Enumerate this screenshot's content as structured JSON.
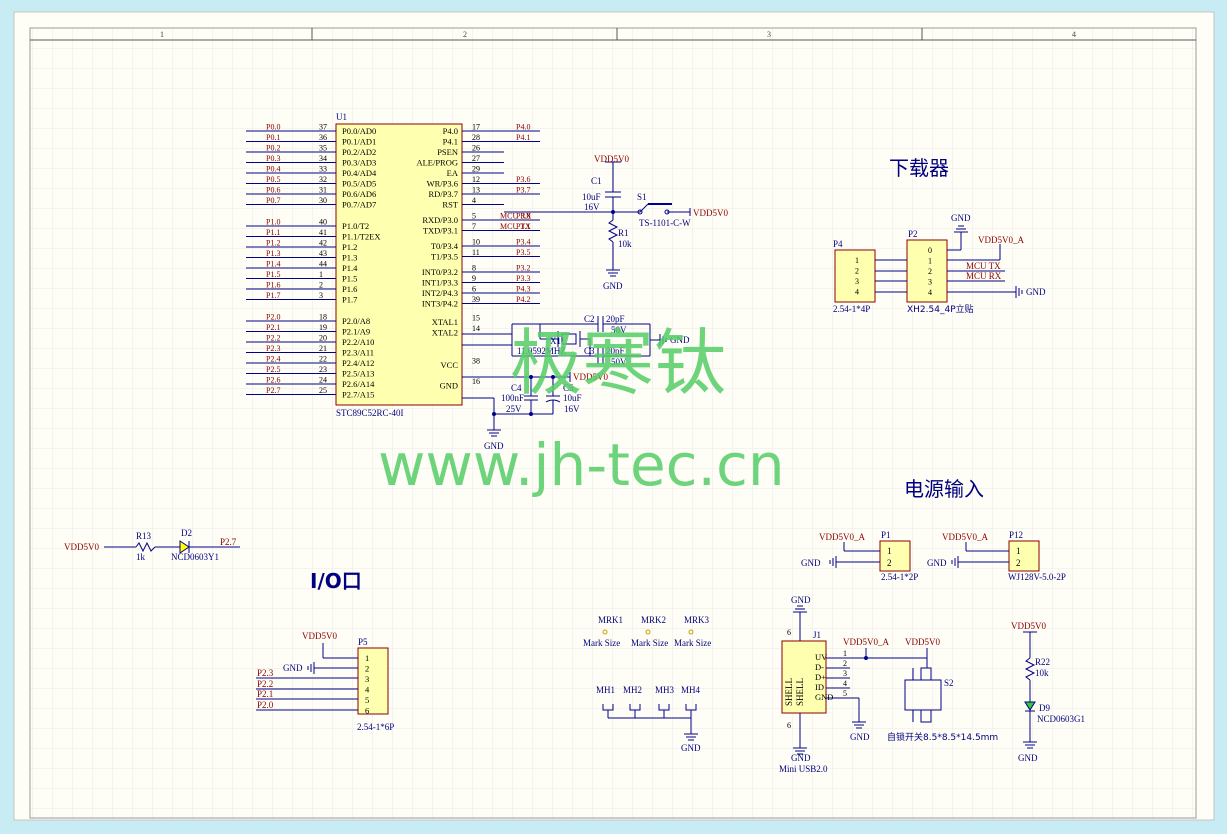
{
  "sheet": {
    "zones": [
      "1",
      "2",
      "3",
      "4"
    ]
  },
  "u1": {
    "ref": "U1",
    "part": "STC89C52RC-40I",
    "left_pins": [
      {
        "num": "37",
        "name": "P0.0/AD0",
        "net": "P0.0"
      },
      {
        "num": "36",
        "name": "P0.1/AD1",
        "net": "P0.1"
      },
      {
        "num": "35",
        "name": "P0.2/AD2",
        "net": "P0.2"
      },
      {
        "num": "34",
        "name": "P0.3/AD3",
        "net": "P0.3"
      },
      {
        "num": "33",
        "name": "P0.4/AD4",
        "net": "P0.4"
      },
      {
        "num": "32",
        "name": "P0.5/AD5",
        "net": "P0.5"
      },
      {
        "num": "31",
        "name": "P0.6/AD6",
        "net": "P0.6"
      },
      {
        "num": "30",
        "name": "P0.7/AD7",
        "net": "P0.7"
      },
      {
        "num": "40",
        "name": "P1.0/T2",
        "net": "P1.0"
      },
      {
        "num": "41",
        "name": "P1.1/T2EX",
        "net": "P1.1"
      },
      {
        "num": "42",
        "name": "P1.2",
        "net": "P1.2"
      },
      {
        "num": "43",
        "name": "P1.3",
        "net": "P1.3"
      },
      {
        "num": "44",
        "name": "P1.4",
        "net": "P1.4"
      },
      {
        "num": "1",
        "name": "P1.5",
        "net": "P1.5"
      },
      {
        "num": "2",
        "name": "P1.6",
        "net": "P1.6"
      },
      {
        "num": "3",
        "name": "P1.7",
        "net": "P1.7"
      },
      {
        "num": "18",
        "name": "P2.0/A8",
        "net": "P2.0"
      },
      {
        "num": "19",
        "name": "P2.1/A9",
        "net": "P2.1"
      },
      {
        "num": "20",
        "name": "P2.2/A10",
        "net": "P2.2"
      },
      {
        "num": "21",
        "name": "P2.3/A11",
        "net": "P2.3"
      },
      {
        "num": "22",
        "name": "P2.4/A12",
        "net": "P2.4"
      },
      {
        "num": "23",
        "name": "P2.5/A13",
        "net": "P2.5"
      },
      {
        "num": "24",
        "name": "P2.6/A14",
        "net": "P2.6"
      },
      {
        "num": "25",
        "name": "P2.7/A15",
        "net": "P2.7"
      }
    ],
    "right_pins": [
      {
        "num": "17",
        "name": "P4.0",
        "net": "P4.0"
      },
      {
        "num": "28",
        "name": "P4.1",
        "net": "P4.1"
      },
      {
        "num": "26",
        "name": "PSEN",
        "net": ""
      },
      {
        "num": "27",
        "name": "ALE/PROG",
        "net": ""
      },
      {
        "num": "29",
        "name": "EA",
        "net": ""
      },
      {
        "num": "12",
        "name": "WR/P3.6",
        "net": "P3.6"
      },
      {
        "num": "13",
        "name": "RD/P3.7",
        "net": "P3.7"
      },
      {
        "num": "4",
        "name": "RST",
        "net": ""
      },
      {
        "num": "5",
        "name": "RXD/P3.0",
        "net": "P3.0",
        "alias": "MCU RX"
      },
      {
        "num": "7",
        "name": "TXD/P3.1",
        "net": "P3.1",
        "alias": "MCU TX"
      },
      {
        "num": "10",
        "name": "T0/P3.4",
        "net": "P3.4"
      },
      {
        "num": "11",
        "name": "T1/P3.5",
        "net": "P3.5"
      },
      {
        "num": "8",
        "name": "INT0/P3.2",
        "net": "P3.2"
      },
      {
        "num": "9",
        "name": "INT1/P3.3",
        "net": "P3.3"
      },
      {
        "num": "6",
        "name": "INT2/P4.3",
        "net": "P4.3"
      },
      {
        "num": "39",
        "name": "INT3/P4.2",
        "net": "P4.2"
      },
      {
        "num": "15",
        "name": "XTAL1",
        "net": ""
      },
      {
        "num": "14",
        "name": "XTAL2",
        "net": ""
      },
      {
        "num": "38",
        "name": "VCC",
        "net": ""
      },
      {
        "num": "16",
        "name": "GND",
        "net": ""
      }
    ]
  },
  "reset": {
    "vdd": "VDD5V0",
    "c1_ref": "C1",
    "c1_val": "10uF",
    "c1_volt": "16V",
    "s1_ref": "S1",
    "s1_part": "TS-1101-C-W",
    "s1_net": "VDD5V0",
    "r1_ref": "R1",
    "r1_val": "10k",
    "gnd": "GND"
  },
  "crystal": {
    "c2_ref": "C2",
    "c2_val": "20pF",
    "c2_volt": "50V",
    "x1_ref": "X1",
    "x1_val": "11.0592MHZ",
    "c3_ref": "C3",
    "c3_val": "20pF",
    "c3_volt": "50V",
    "gnd": "GND"
  },
  "power_decoupling": {
    "vdd": "VDD5V0",
    "c4_ref": "C4",
    "c4_val": "100nF",
    "c4_volt": "25V",
    "c5_ref": "C5",
    "c5_val": "10uF",
    "c5_volt": "16V",
    "gnd": "GND"
  },
  "download": {
    "title": "下载器",
    "p4_ref": "P4",
    "p4_part": "2.54-1*4P",
    "p4_pins": [
      "1",
      "2",
      "3",
      "4"
    ],
    "p2_ref": "P2",
    "p2_part": "XH2.54_4P立贴",
    "p2_pins": [
      "0",
      "1",
      "2",
      "3",
      "4"
    ],
    "gnd": "GND",
    "vdd": "VDD5V0_A",
    "mcu_tx": "MCU TX",
    "mcu_rx": "MCU RX",
    "gnd2": "GND"
  },
  "watermark": {
    "cn": "极寒钛",
    "url": "www.jh-tec.cn"
  },
  "power_input": {
    "title": "电源输入",
    "p1_ref": "P1",
    "p1_net": "VDD5V0_A",
    "p1_part": "2.54-1*2P",
    "p1_pins": [
      "1",
      "2"
    ],
    "p1_gnd": "GND",
    "p12_ref": "P12",
    "p12_net": "VDD5V0_A",
    "p12_part": "WJ128V-5.0-2P",
    "p12_pins": [
      "1",
      "2"
    ],
    "p12_gnd": "GND"
  },
  "led_io": {
    "vdd": "VDD5V0",
    "r13_ref": "R13",
    "r13_val": "1k",
    "d2_ref": "D2",
    "d2_part": "NCD0603Y1",
    "net": "P2.7"
  },
  "io_port": {
    "title": "I/O口",
    "vdd": "VDD5V0",
    "gnd": "GND",
    "p5_ref": "P5",
    "p5_part": "2.54-1*6P",
    "pins": [
      "1",
      "2",
      "3",
      "4",
      "5",
      "6"
    ],
    "nets": [
      "P2.3",
      "P2.2",
      "P2.1",
      "P2.0"
    ]
  },
  "marks": {
    "mrk": [
      {
        "ref": "MRK1",
        "label": "Mark Size"
      },
      {
        "ref": "MRK2",
        "label": "Mark Size"
      },
      {
        "ref": "MRK3",
        "label": "Mark Size"
      }
    ],
    "mh": [
      "MH1",
      "MH2",
      "MH3",
      "MH4"
    ],
    "gnd": "GND"
  },
  "usb": {
    "j1_ref": "J1",
    "j1_part": "Mini USB2.0",
    "pins_left": [
      "UV",
      "D-",
      "D+",
      "ID",
      "GND"
    ],
    "shell_a": "SHELL",
    "shell_b": "SHELL",
    "pin_nums": [
      "1",
      "2",
      "3",
      "4",
      "5"
    ],
    "shell_nums": [
      "6",
      "6"
    ],
    "gnd_top": "GND",
    "gnd_bottom": "GND",
    "gnd_mid": "GND",
    "vdd_a": "VDD5V0_A",
    "vdd": "VDD5V0",
    "s2_ref": "S2",
    "s2_part": "自锁开关8.5*8.5*14.5mm"
  },
  "led_pwr": {
    "vdd": "VDD5V0",
    "r22_ref": "R22",
    "r22_val": "10k",
    "d9_ref": "D9",
    "d9_part": "NCD0603G1",
    "gnd": "GND"
  },
  "colors": {
    "wire": "#00008b",
    "part_fill": "#ffffb0",
    "part_border": "#8b0000",
    "net_label": "#8b0000",
    "text": "#000080",
    "watermark": "#55cc66",
    "paper": "#fffef6",
    "grid": "#e6e6e6",
    "frame": "#c0c0c0"
  }
}
